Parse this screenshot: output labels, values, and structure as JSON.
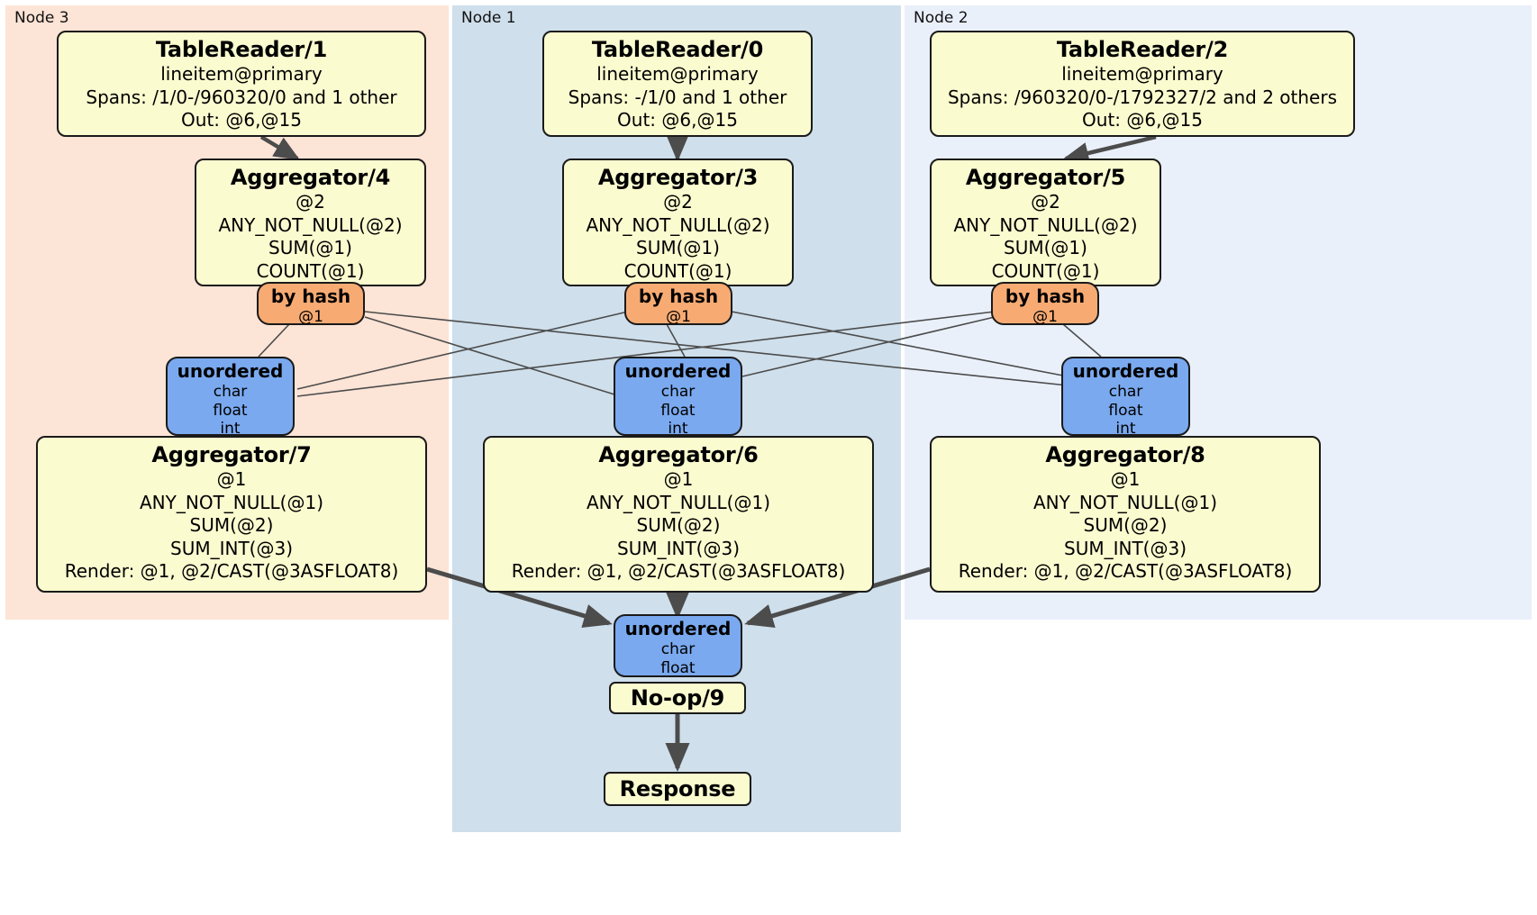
{
  "diagram": {
    "title": "Distributed SQL query plan",
    "colors": {
      "node3_bg": "#fce4d6",
      "node1_bg": "#cfdfeb",
      "node2_bg": "#eaf0fa",
      "processor_fill": "#fbfbd0",
      "hash_router_fill": "#f7ab73",
      "synchronizer_fill": "#7aa9ef",
      "edge_stroke": "#4c4c4c",
      "border": "#1a1a1a"
    }
  },
  "regions": [
    {
      "id": "node3",
      "label": "Node 3"
    },
    {
      "id": "node1",
      "label": "Node 1"
    },
    {
      "id": "node2",
      "label": "Node 2"
    }
  ],
  "processors": {
    "table_reader_1": {
      "title": "TableReader/1",
      "lines": [
        "lineitem@primary",
        "Spans: /1/0-/960320/0 and 1 other",
        "Out: @6,@15"
      ]
    },
    "table_reader_0": {
      "title": "TableReader/0",
      "lines": [
        "lineitem@primary",
        "Spans: -/1/0 and 1 other",
        "Out: @6,@15"
      ]
    },
    "table_reader_2": {
      "title": "TableReader/2",
      "lines": [
        "lineitem@primary",
        "Spans: /960320/0-/1792327/2 and 2 others",
        "Out: @6,@15"
      ]
    },
    "aggregator_4": {
      "title": "Aggregator/4",
      "lines": [
        "@2",
        "ANY_NOT_NULL(@2)",
        "SUM(@1)",
        "COUNT(@1)"
      ]
    },
    "aggregator_3": {
      "title": "Aggregator/3",
      "lines": [
        "@2",
        "ANY_NOT_NULL(@2)",
        "SUM(@1)",
        "COUNT(@1)"
      ]
    },
    "aggregator_5": {
      "title": "Aggregator/5",
      "lines": [
        "@2",
        "ANY_NOT_NULL(@2)",
        "SUM(@1)",
        "COUNT(@1)"
      ]
    },
    "aggregator_7": {
      "title": "Aggregator/7",
      "lines": [
        "@1",
        "ANY_NOT_NULL(@1)",
        "SUM(@2)",
        "SUM_INT(@3)",
        "Render: @1, @2/CAST(@3ASFLOAT8)"
      ]
    },
    "aggregator_6": {
      "title": "Aggregator/6",
      "lines": [
        "@1",
        "ANY_NOT_NULL(@1)",
        "SUM(@2)",
        "SUM_INT(@3)",
        "Render: @1, @2/CAST(@3ASFLOAT8)"
      ]
    },
    "aggregator_8": {
      "title": "Aggregator/8",
      "lines": [
        "@1",
        "ANY_NOT_NULL(@1)",
        "SUM(@2)",
        "SUM_INT(@3)",
        "Render: @1, @2/CAST(@3ASFLOAT8)"
      ]
    },
    "noop_9": {
      "title": "No-op/9",
      "lines": []
    },
    "response": {
      "title": "Response",
      "lines": []
    }
  },
  "routers": {
    "hash_left": {
      "title": "by hash",
      "lines": [
        "@1"
      ]
    },
    "hash_mid": {
      "title": "by hash",
      "lines": [
        "@1"
      ]
    },
    "hash_right": {
      "title": "by hash",
      "lines": [
        "@1"
      ]
    },
    "sync_left": {
      "title": "unordered",
      "lines": [
        "char",
        "float",
        "int"
      ]
    },
    "sync_mid": {
      "title": "unordered",
      "lines": [
        "char",
        "float",
        "int"
      ]
    },
    "sync_right": {
      "title": "unordered",
      "lines": [
        "char",
        "float",
        "int"
      ]
    },
    "sync_final": {
      "title": "unordered",
      "lines": [
        "char",
        "float"
      ]
    }
  }
}
